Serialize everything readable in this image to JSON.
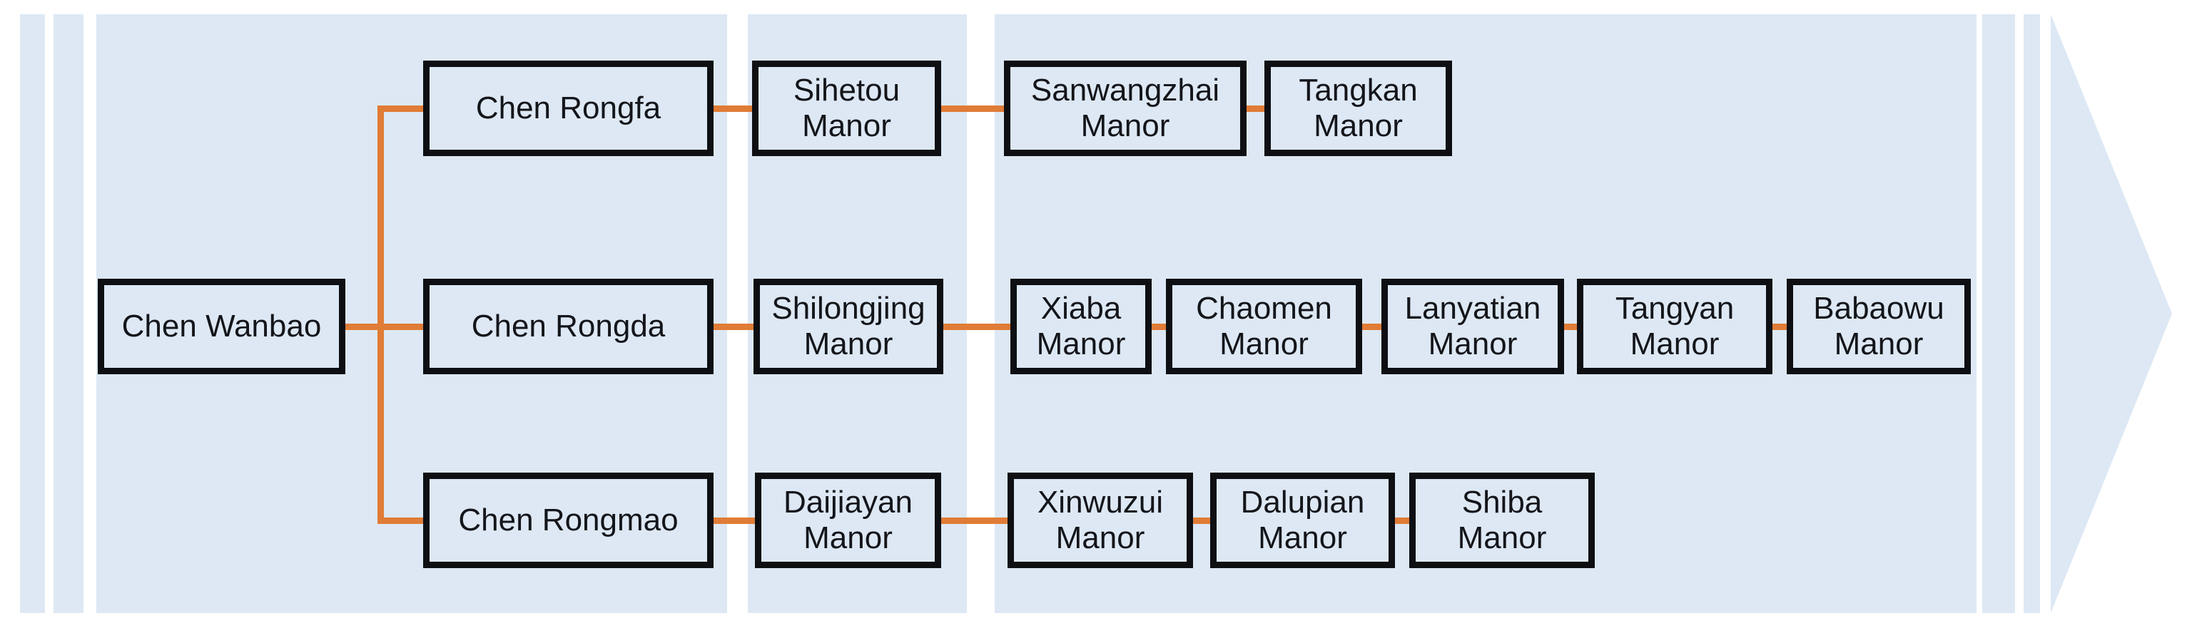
{
  "figure": {
    "type": "family-manor-lineage-flow",
    "direction": "left-to-right",
    "rows": 3
  },
  "colors": {
    "page_background": "#ffffff",
    "band_fill": "#dde8f4",
    "box_fill": "#dde8f4",
    "box_border": "#0d0f13",
    "connector": "#e07c36",
    "text": "#14151a"
  },
  "root": {
    "label": "Chen Wanbao"
  },
  "branches": [
    {
      "person": "Chen Rongfa",
      "manors": [
        "Sihetou Manor",
        "Sanwangzhai Manor",
        "Tangkan Manor"
      ]
    },
    {
      "person": "Chen Rongda",
      "manors": [
        "Shilongjing Manor",
        "Xiaba Manor",
        "Chaomen Manor",
        "Lanyatian Manor",
        "Tangyan Manor",
        "Babaowu Manor"
      ]
    },
    {
      "person": "Chen Rongmao",
      "manors": [
        "Daijiayan Manor",
        "Xinwuzui Manor",
        "Dalupian Manor",
        "Shiba Manor"
      ]
    }
  ]
}
